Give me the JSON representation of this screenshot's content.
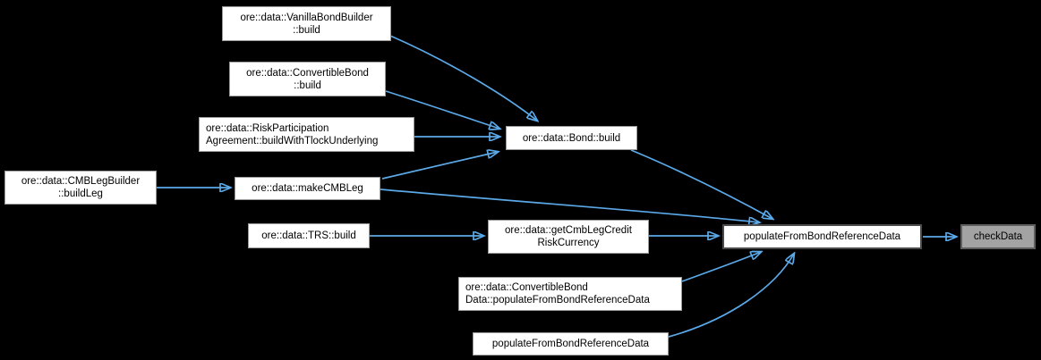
{
  "diagram": {
    "type": "call-graph",
    "colors": {
      "background": "#000000",
      "edge": "#5ba9e8",
      "node_fill": "#ffffff",
      "node_border": "#9a9a9a",
      "focus_node_border": "#4b4b4b",
      "highlight_node_fill": "#a3a3a3",
      "highlight_node_border": "#5e5e5e",
      "text": "#000000"
    },
    "nodes": [
      {
        "id": "vanilla-bond-builder-build",
        "label": "ore::data::VanillaBondBuilder\n::build",
        "style": "normal"
      },
      {
        "id": "convertible-bond-build",
        "label": "ore::data::ConvertibleBond\n::build",
        "style": "normal"
      },
      {
        "id": "risk-participation-agreement-build-with-tlock-underlying",
        "label": "ore::data::RiskParticipation\nAgreement::buildWithTlockUnderlying",
        "style": "normal"
      },
      {
        "id": "bond-build",
        "label": "ore::data::Bond::build",
        "style": "normal"
      },
      {
        "id": "cmb-leg-builder-build-leg",
        "label": "ore::data::CMBLegBuilder\n::buildLeg",
        "style": "normal"
      },
      {
        "id": "make-cmb-leg",
        "label": "ore::data::makeCMBLeg",
        "style": "normal"
      },
      {
        "id": "trs-build",
        "label": "ore::data::TRS::build",
        "style": "normal"
      },
      {
        "id": "get-cmb-leg-credit-risk-currency",
        "label": "ore::data::getCmbLegCredit\nRiskCurrency",
        "style": "normal"
      },
      {
        "id": "convertible-bond-data-populate-from-bond-reference-data",
        "label": "ore::data::ConvertibleBond\nData::populateFromBondReferenceData",
        "style": "normal"
      },
      {
        "id": "populate-from-bond-reference-data-free",
        "label": "populateFromBondReferenceData",
        "style": "normal"
      },
      {
        "id": "populate-from-bond-reference-data",
        "label": "populateFromBondReferenceData",
        "style": "focus"
      },
      {
        "id": "check-data",
        "label": "checkData",
        "style": "highlight"
      }
    ],
    "edges": [
      {
        "from": "vanilla-bond-builder-build",
        "to": "bond-build"
      },
      {
        "from": "convertible-bond-build",
        "to": "bond-build"
      },
      {
        "from": "risk-participation-agreement-build-with-tlock-underlying",
        "to": "bond-build"
      },
      {
        "from": "make-cmb-leg",
        "to": "bond-build"
      },
      {
        "from": "cmb-leg-builder-build-leg",
        "to": "make-cmb-leg"
      },
      {
        "from": "make-cmb-leg",
        "to": "populate-from-bond-reference-data"
      },
      {
        "from": "bond-build",
        "to": "populate-from-bond-reference-data"
      },
      {
        "from": "trs-build",
        "to": "get-cmb-leg-credit-risk-currency"
      },
      {
        "from": "get-cmb-leg-credit-risk-currency",
        "to": "populate-from-bond-reference-data"
      },
      {
        "from": "convertible-bond-data-populate-from-bond-reference-data",
        "to": "populate-from-bond-reference-data"
      },
      {
        "from": "populate-from-bond-reference-data-free",
        "to": "populate-from-bond-reference-data"
      },
      {
        "from": "populate-from-bond-reference-data",
        "to": "check-data"
      }
    ]
  }
}
